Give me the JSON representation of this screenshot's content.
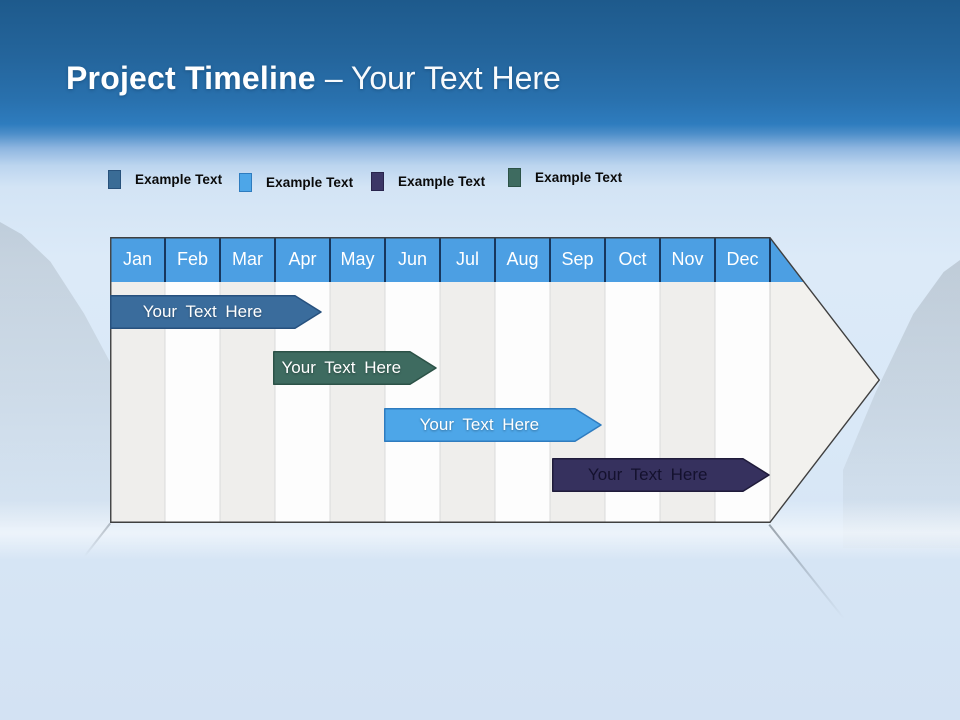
{
  "header": {
    "title_bold": "Project Timeline",
    "title_rest": "– Your Text Here"
  },
  "legend": {
    "items": [
      {
        "label": "Example Text",
        "color": "#3A6C96",
        "border": "#27517B"
      },
      {
        "label": "Example Text",
        "color": "#4DA6E8",
        "border": "#2E7CBF"
      },
      {
        "label": "Example Text",
        "color": "#3B3666",
        "border": "#28244C"
      },
      {
        "label": "Example Text",
        "color": "#3E6B60",
        "border": "#2C5247"
      }
    ]
  },
  "chart_data": {
    "type": "bar",
    "variant": "gantt-timeline",
    "title": "Project Timeline – Your Text Here",
    "categories": [
      "Jan",
      "Feb",
      "Mar",
      "Apr",
      "May",
      "Jun",
      "Jul",
      "Aug",
      "Sep",
      "Oct",
      "Nov",
      "Dec"
    ],
    "axis_range_months": [
      0,
      12
    ],
    "legend_position": "top",
    "grid": "vertical-month-columns",
    "bars": [
      {
        "label": "Your Text Here",
        "start": 0.0,
        "end": 3.85,
        "row": 1,
        "fill": "#3A6C9C",
        "stroke": "#27517E",
        "text_color": "#FFFFFF"
      },
      {
        "label": "Your Text Here",
        "start": 2.96,
        "end": 5.95,
        "row": 2,
        "fill": "#3E6B60",
        "stroke": "#2C5247",
        "text_color": "#FFFFFF"
      },
      {
        "label": "Your Text Here",
        "start": 4.98,
        "end": 8.95,
        "row": 3,
        "fill": "#4DA6E8",
        "stroke": "#2F7CBF",
        "text_color": "#FFFFFF"
      },
      {
        "label": "Your Text Here",
        "start": 8.04,
        "end": 12.0,
        "row": 4,
        "fill": "#36315E",
        "stroke": "#1F1B3A",
        "text_color": "#14112E"
      }
    ],
    "colors": {
      "month_header_fill": "#4C9FE3",
      "month_divider": "#17375E",
      "arrow_body_fill": "#F2F1EE",
      "column_stripe": "#EFEEEC",
      "column_white": "#FDFDFD",
      "body_divider": "#DADADA",
      "arrow_outline": "#3F3F3F"
    }
  }
}
